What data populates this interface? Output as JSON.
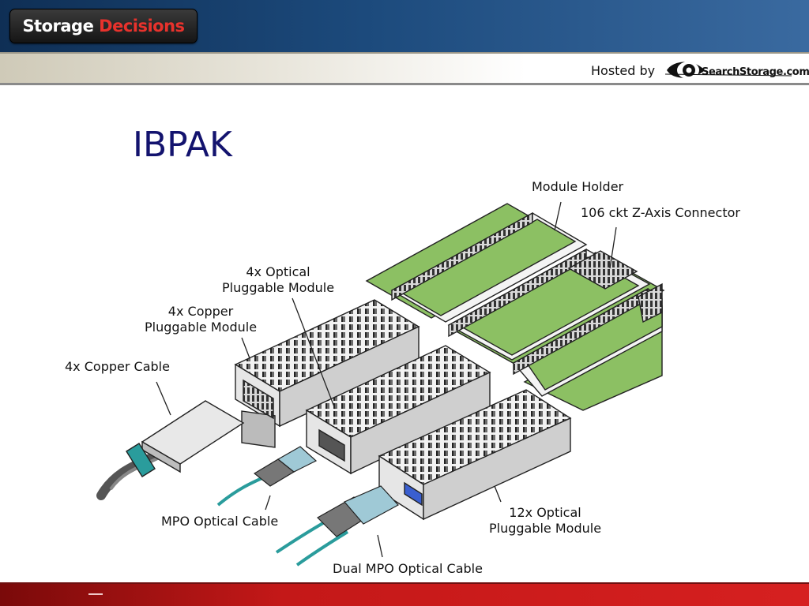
{
  "header": {
    "logo_part1": "Storage",
    "logo_part2": "Decisions",
    "hosted_by": "Hosted by",
    "sponsor_logo_text": "SearchStorage.com"
  },
  "slide": {
    "title": "IBPAK"
  },
  "diagram_labels": {
    "module_holder": "Module Holder",
    "z_axis_connector": "106 ckt Z-Axis Connector",
    "optical_4x_line1": "4x Optical",
    "optical_4x_line2": "Pluggable Module",
    "copper_4x_line1": "4x Copper",
    "copper_4x_line2": "Pluggable Module",
    "copper_cable": "4x Copper Cable",
    "mpo_cable": "MPO Optical Cable",
    "optical_12x_line1": "12x Optical",
    "optical_12x_line2": "Pluggable Module",
    "dual_mpo_cable": "Dual MPO Optical Cable"
  },
  "colors": {
    "title": "#13136e",
    "pcb_green": "#8cc063",
    "cable_teal": "#2a9c9c",
    "connector_blue": "#3a5fd0",
    "footer_red": "#d62020"
  }
}
